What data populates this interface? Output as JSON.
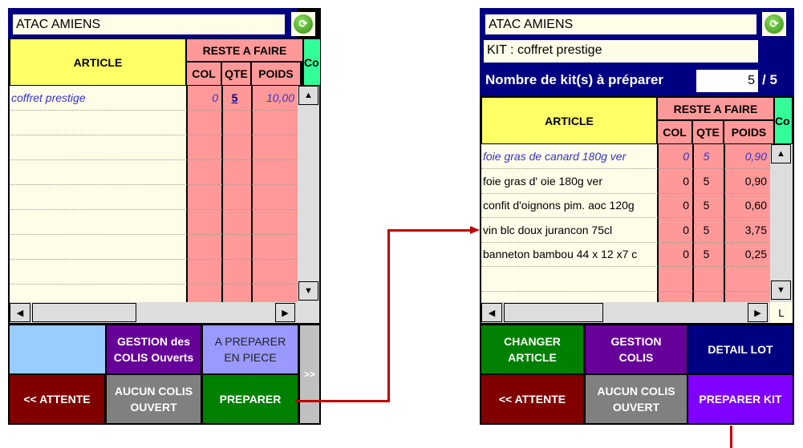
{
  "left": {
    "store": "ATAC  AMIENS",
    "headers": {
      "article": "ARTICLE",
      "reste": "RESTE A FAIRE",
      "col": "COL",
      "qte": "QTE",
      "poids": "POIDS",
      "extra": "Co"
    },
    "rows": [
      {
        "article": "coffret prestige",
        "col": "0",
        "qte": "5",
        "poids": "10,00"
      }
    ],
    "buttons": {
      "gestion": "GESTION des\nCOLIS Ouverts",
      "a_preparer": "A PREPARER\nEN PIECE",
      "more": ">>",
      "attente": "<< ATTENTE",
      "aucun": "AUCUN COLIS\nOUVERT",
      "preparer": "PREPARER"
    }
  },
  "right": {
    "store": "ATAC  AMIENS",
    "kit": "KIT : coffret prestige",
    "nombre_label": "Nombre de kit(s) à préparer",
    "nombre_value": "5",
    "nombre_total": "/ 5",
    "headers": {
      "article": "ARTICLE",
      "reste": "RESTE A FAIRE",
      "col": "COL",
      "qte": "QTE",
      "poids": "POIDS",
      "extra": "Co"
    },
    "rows": [
      {
        "article": "foie gras de canard 180g ver",
        "col": "0",
        "qte": "5",
        "poids": "0,90"
      },
      {
        "article": "foie gras d' oie 180g ver",
        "col": "0",
        "qte": "5",
        "poids": "0,90"
      },
      {
        "article": "confit d'oignons pim. aoc 120g",
        "col": "0",
        "qte": "5",
        "poids": "0,60"
      },
      {
        "article": "vin blc doux jurancon 75cl",
        "col": "0",
        "qte": "5",
        "poids": "3,75"
      },
      {
        "article": "banneton  bambou 44 x 12 x7 c",
        "col": "0",
        "qte": "5",
        "poids": "0,25"
      }
    ],
    "corner": "L",
    "buttons": {
      "changer": "CHANGER\nARTICLE",
      "gestion": "GESTION\nCOLIS",
      "detail": "DETAIL LOT",
      "attente": "<< ATTENTE",
      "aucun": "AUCUN COLIS\nOUVERT",
      "preparer_kit": "PREPARER KIT"
    }
  },
  "colors": {
    "arrow": "#c00000",
    "dark_red": "#800000",
    "purple": "#660099",
    "violet": "#8000ff",
    "navy": "#000080",
    "green": "#008000"
  }
}
